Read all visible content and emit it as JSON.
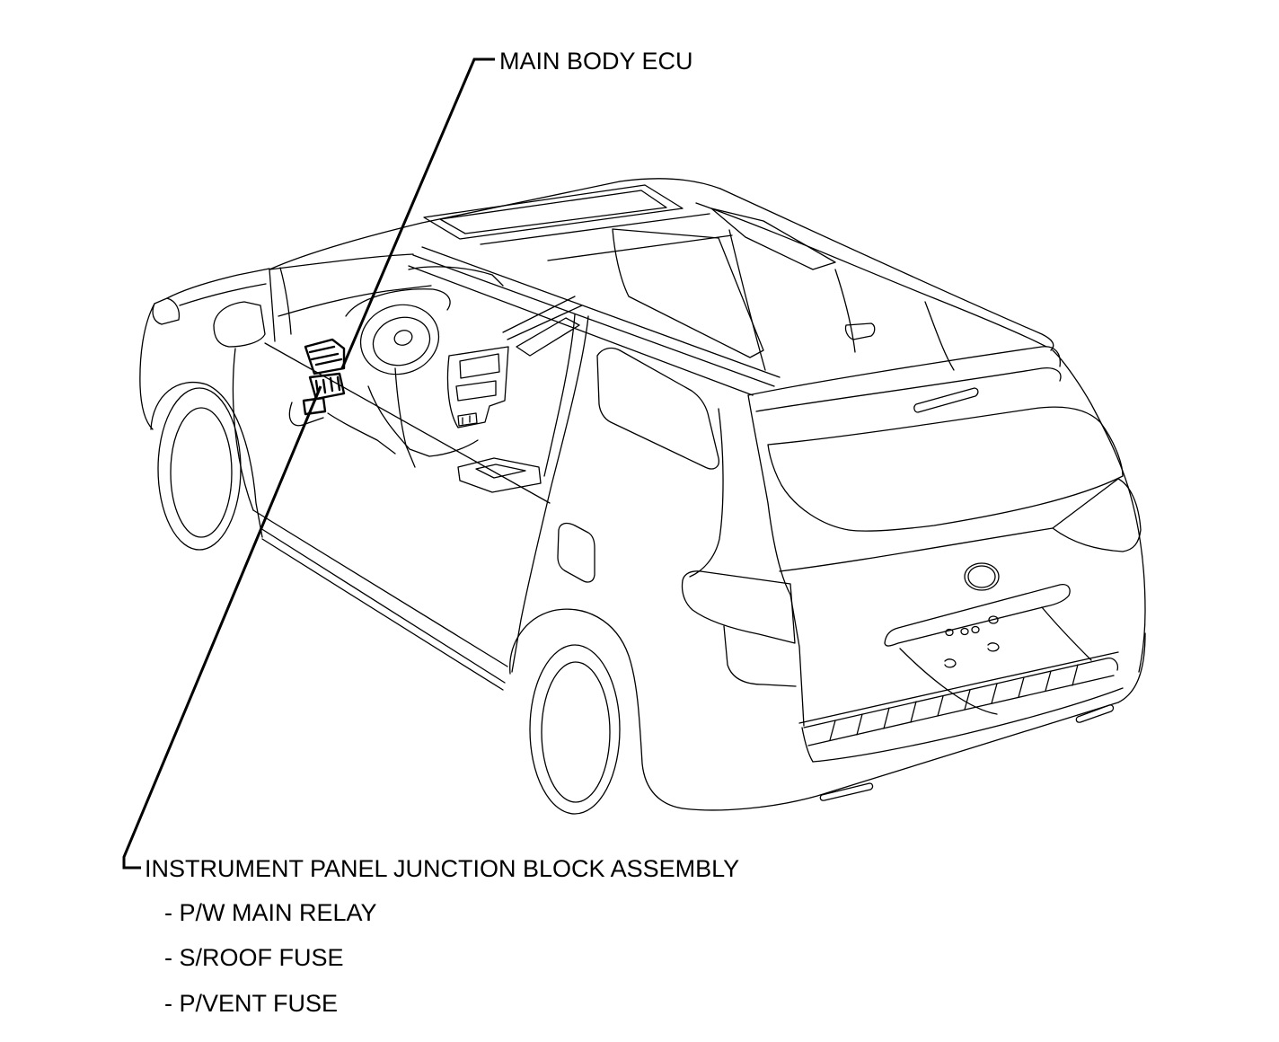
{
  "labels": {
    "main_body_ecu": "MAIN BODY ECU",
    "junction_block": "INSTRUMENT PANEL JUNCTION BLOCK ASSEMBLY",
    "sub_items": [
      "- P/W MAIN RELAY",
      "- S/ROOF FUSE",
      "- P/VENT FUSE"
    ]
  },
  "colors": {
    "line": "#000000",
    "background": "#ffffff"
  }
}
